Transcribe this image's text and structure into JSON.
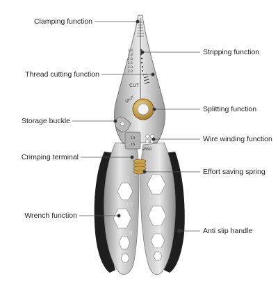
{
  "callouts": {
    "clamping": "Clamping function",
    "stripping": "Stripping function",
    "thread_cutting": "Thread cutting function",
    "splitting": "Splitting function",
    "storage_buckle": "Storage buckle",
    "wire_winding": "Wire winding function",
    "crimping": "Crimping terminal",
    "effort_spring": "Effort saving spring",
    "wrench": "Wrench function",
    "anti_slip": "Anti slip handle"
  },
  "tool_marks": {
    "cut": "CUT",
    "split": "SPLIT",
    "strip_sizes": [
      "3.0",
      "1.8",
      "1.3",
      "2.5",
      "2.3",
      "2.0"
    ],
    "crimp_sizes": [
      "10",
      "16"
    ],
    "wind": "WIND",
    "left_handle_sockets": [
      "10",
      "13",
      "8"
    ],
    "right_handle_sockets": [
      "11",
      "12",
      "9"
    ]
  },
  "colors": {
    "steel": "#c9c9c9",
    "steel_dark": "#8d8d8d",
    "grip": "#1e1e1e",
    "brass": "#c9a24a",
    "leader": "#555555"
  }
}
